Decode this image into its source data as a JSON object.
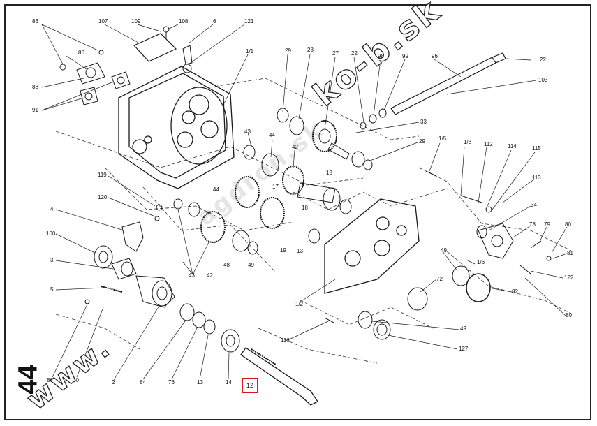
{
  "diagram": {
    "labels": [
      {
        "id": "l86a",
        "text": "86"
      },
      {
        "id": "l107",
        "text": "107"
      },
      {
        "id": "l109",
        "text": "109"
      },
      {
        "id": "l108",
        "text": "108"
      },
      {
        "id": "l6",
        "text": "6"
      },
      {
        "id": "l121",
        "text": "121"
      },
      {
        "id": "l80a",
        "text": "80"
      },
      {
        "id": "l11",
        "text": "1/1"
      },
      {
        "id": "l88",
        "text": "88"
      },
      {
        "id": "l91",
        "text": "91"
      },
      {
        "id": "l29a",
        "text": "29"
      },
      {
        "id": "l28",
        "text": "28"
      },
      {
        "id": "l27",
        "text": "27"
      },
      {
        "id": "l22a",
        "text": "22"
      },
      {
        "id": "l98",
        "text": "98"
      },
      {
        "id": "l99",
        "text": "99"
      },
      {
        "id": "l96",
        "text": "96"
      },
      {
        "id": "l22b",
        "text": "22"
      },
      {
        "id": "l103",
        "text": "103"
      },
      {
        "id": "l43a",
        "text": "43"
      },
      {
        "id": "l44a",
        "text": "44"
      },
      {
        "id": "l42",
        "text": "42"
      },
      {
        "id": "l18a",
        "text": "18"
      },
      {
        "id": "l33",
        "text": "33"
      },
      {
        "id": "l29b",
        "text": "29"
      },
      {
        "id": "l15",
        "text": "1/5"
      },
      {
        "id": "l13a",
        "text": "1/3"
      },
      {
        "id": "l112",
        "text": "112"
      },
      {
        "id": "l114",
        "text": "114"
      },
      {
        "id": "l115",
        "text": "115"
      },
      {
        "id": "l113",
        "text": "113"
      },
      {
        "id": "l119",
        "text": "119"
      },
      {
        "id": "l120",
        "text": "120"
      },
      {
        "id": "l44b",
        "text": "44"
      },
      {
        "id": "l17",
        "text": "17"
      },
      {
        "id": "l18b",
        "text": "18"
      },
      {
        "id": "l4",
        "text": "4"
      },
      {
        "id": "l34",
        "text": "34"
      },
      {
        "id": "l78",
        "text": "78"
      },
      {
        "id": "l79",
        "text": "79"
      },
      {
        "id": "l80b",
        "text": "80"
      },
      {
        "id": "l81",
        "text": "81"
      },
      {
        "id": "l100",
        "text": "100"
      },
      {
        "id": "l19",
        "text": "19"
      },
      {
        "id": "l13b",
        "text": "13"
      },
      {
        "id": "l48",
        "text": "48"
      },
      {
        "id": "l49a",
        "text": "49"
      },
      {
        "id": "l3",
        "text": "3"
      },
      {
        "id": "l43b",
        "text": "43"
      },
      {
        "id": "l42b",
        "text": "42"
      },
      {
        "id": "l16",
        "text": "1/6"
      },
      {
        "id": "l49b",
        "text": "49"
      },
      {
        "id": "l122",
        "text": "122"
      },
      {
        "id": "l5",
        "text": "5"
      },
      {
        "id": "l72",
        "text": "72"
      },
      {
        "id": "l82",
        "text": "82"
      },
      {
        "id": "l12",
        "text": "1/2"
      },
      {
        "id": "l80c",
        "text": "80"
      },
      {
        "id": "l49c",
        "text": "49"
      },
      {
        "id": "l116",
        "text": "116"
      },
      {
        "id": "l127",
        "text": "127"
      },
      {
        "id": "l86b",
        "text": "86"
      },
      {
        "id": "l80d",
        "text": "80"
      },
      {
        "id": "l2",
        "text": "2"
      },
      {
        "id": "l84",
        "text": "84"
      },
      {
        "id": "l76",
        "text": "76"
      },
      {
        "id": "l13c",
        "text": "13"
      },
      {
        "id": "l14",
        "text": "14"
      }
    ],
    "highlight_label": "12",
    "highlight_color": "#e0141c",
    "page_number": "44",
    "watermark_main": "ko-b.sk",
    "watermark_side": "www.",
    "watermark_center": "agdron.sk"
  }
}
